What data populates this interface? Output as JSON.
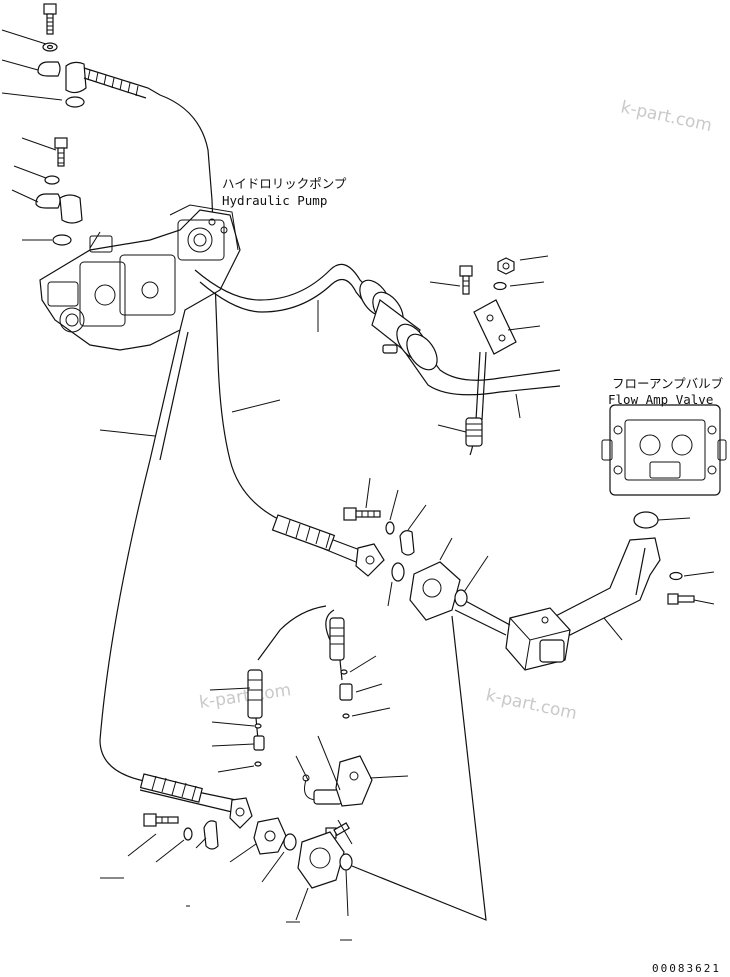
{
  "labels": {
    "pump_jp": "ハイドロリックポンプ",
    "pump_en": "Hydraulic Pump",
    "valve_jp": "フローアンプバルブ",
    "valve_en": "Flow Amp Valve",
    "drawing_no": "00083621"
  },
  "watermark": {
    "text": "k-part.com"
  },
  "colors": {
    "line": "#111111",
    "watermark": "#c9c9c9",
    "background": "#ffffff"
  }
}
